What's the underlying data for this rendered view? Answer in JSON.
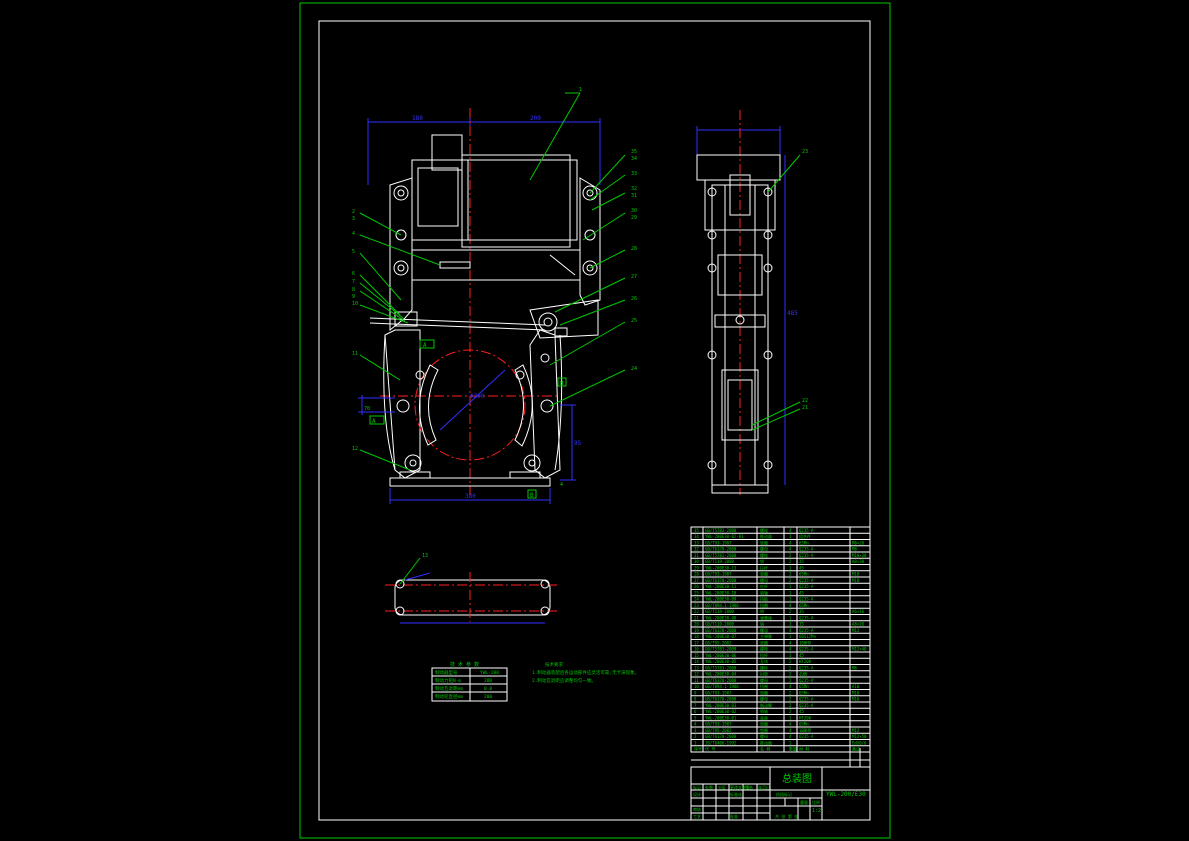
{
  "title_block": {
    "drawing_title": "总装图",
    "drawing_number": "YWL-200/E30",
    "scale": "1:2"
  },
  "tech_table": {
    "rows": [
      {
        "name": "制动器型号",
        "value": "YWL-200"
      },
      {
        "name": "制动力矩N·m",
        "value": "280"
      },
      {
        "name": "制动瓦退距mm",
        "value": "0.8"
      },
      {
        "name": "制动轮直径mm",
        "value": "200"
      }
    ]
  },
  "tech_notes": [
    "技术要求",
    "1.制动器装配后各运动部件应灵活可靠,无卡滞现象。",
    "2.制动瓦退距应调整均匀一致。"
  ],
  "bom_rows": [
    [
      "35",
      "GB/T5783-2000",
      "螺栓",
      "4",
      "Q235-A",
      ""
    ],
    [
      "34",
      "YWL-200E30-02-01",
      "推动器",
      "1",
      "组合件",
      ""
    ],
    [
      "33",
      "GB/T93-1987",
      "垫圈",
      "4",
      "65Mn",
      "M8×20"
    ],
    [
      "32",
      "GB/T6170-2000",
      "螺母",
      "4",
      "Q235-A",
      "M8"
    ],
    [
      "31",
      "GB/T5783-2000",
      "螺栓",
      "2",
      "Q235-A",
      "M10×30"
    ],
    [
      "30",
      "GB/T119-2000",
      "销",
      "2",
      "35",
      "A8×30"
    ],
    [
      "29",
      "YWL-200E30-13",
      "拉杆",
      "1",
      "45",
      ""
    ],
    [
      "28",
      "GB/T93-1987",
      "垫圈",
      "2",
      "65Mn",
      "M10"
    ],
    [
      "27",
      "GB/T6170-2000",
      "螺母",
      "2",
      "Q235-A",
      "M10"
    ],
    [
      "26",
      "YWL-200E30-11",
      "杠杆",
      "1",
      "Q235-A",
      ""
    ],
    [
      "25",
      "YWL-200E30-10",
      "销轴",
      "1",
      "45",
      ""
    ],
    [
      "24",
      "YWL-200E30-09",
      "挡板",
      "1",
      "Q235-A",
      ""
    ],
    [
      "23",
      "GB/T894.1-1986",
      "挡圈",
      "4",
      "65Mn",
      ""
    ],
    [
      "22",
      "GB/T119-2000",
      "销",
      "2",
      "35",
      "A6×16"
    ],
    [
      "21",
      "YWL-200E30-08",
      "弹簧座",
      "1",
      "Q235-A",
      ""
    ],
    [
      "20",
      "GB/T119-2000",
      "销",
      "2",
      "35",
      "A8×20"
    ],
    [
      "19",
      "GB/T6170-2000",
      "螺母",
      "4",
      "Q235-A",
      "M12"
    ],
    [
      "18",
      "YWL-200E30-07",
      "主弹簧",
      "1",
      "60Si2Mn",
      ""
    ],
    [
      "17",
      "GB/T95-2002",
      "垫圈",
      "4",
      "100HV",
      ""
    ],
    [
      "16",
      "GB/T5783-2000",
      "螺栓",
      "4",
      "Q235-A",
      "M12×40"
    ],
    [
      "15",
      "YWL-200E30-06",
      "拉杆",
      "1",
      "45",
      ""
    ],
    [
      "14",
      "YWL-200E30-05",
      "瓦块",
      "2",
      "HT200",
      ""
    ],
    [
      "13",
      "GB/T5783-2000",
      "螺栓",
      "2",
      "Q235-A",
      "M8"
    ],
    [
      "12",
      "YWL-200E30-04",
      "衬垫",
      "2",
      "石棉",
      ""
    ],
    [
      "11",
      "GB/T6170-2000",
      "螺母",
      "2",
      "Q235-A",
      ""
    ],
    [
      "10",
      "GB/T894.1-1986",
      "挡圈",
      "4",
      "65Mn",
      "A10"
    ],
    [
      "9",
      "GB/T93-1987",
      "垫圈",
      "2",
      "65Mn",
      "M10"
    ],
    [
      "8",
      "GB/T6170-2000",
      "螺母",
      "2",
      "Q235-A",
      "M16"
    ],
    [
      "7",
      "YWL-200E30-03",
      "制动臂",
      "2",
      "Q235-A",
      ""
    ],
    [
      "6",
      "YWL-200E30-02",
      "销轴",
      "2",
      "45",
      ""
    ],
    [
      "5",
      "YWL-200E30-01",
      "底座",
      "1",
      "HT200",
      ""
    ],
    [
      "4",
      "GB/T93-1987",
      "垫圈",
      "4",
      "65Mn",
      ""
    ],
    [
      "3",
      "GB/T95-2002",
      "垫圈",
      "4",
      "100HV",
      "M12"
    ],
    [
      "2",
      "GB/T6170-2000",
      "螺母",
      "4",
      "Q235-A",
      "M12×50"
    ],
    [
      "1",
      "JB/T6406-1992",
      "推动器",
      "1",
      "",
      "Ed50/6"
    ]
  ],
  "bom_header": [
    "序号",
    "代 号",
    "名 称",
    "数量",
    "材 料",
    "备注"
  ],
  "title_labels": {
    "row1": [
      "标记",
      "处数",
      "分区",
      "更改文件号",
      "签名",
      "年月日"
    ],
    "row2": [
      "设计",
      "",
      "",
      "标准化",
      "",
      ""
    ],
    "row3": [
      "审核",
      "",
      "",
      "",
      "",
      ""
    ],
    "row4": [
      "工艺",
      "",
      "",
      "批准",
      "",
      ""
    ],
    "stage": "阶段标记",
    "weight": "重量",
    "scale_label": "比例",
    "sheet": "共 张 第 张"
  },
  "leader_numbers_left": [
    "2",
    "3",
    "4",
    "5",
    "6",
    "7",
    "8",
    "9",
    "10",
    "11",
    "12",
    "13"
  ],
  "leader_numbers_right": [
    "1",
    "35",
    "34",
    "33",
    "32",
    "31",
    "30",
    "29",
    "28",
    "27",
    "26",
    "25",
    "24"
  ],
  "side_view_numbers": [
    "23",
    "22",
    "21"
  ],
  "dims": {
    "top_left": "180",
    "top_right": "200",
    "bottom": "380",
    "right_height": "95",
    "side_height": "485",
    "small_a": "70",
    "small_b": "4"
  },
  "section_labels": [
    "A",
    "A",
    "B",
    "B"
  ]
}
